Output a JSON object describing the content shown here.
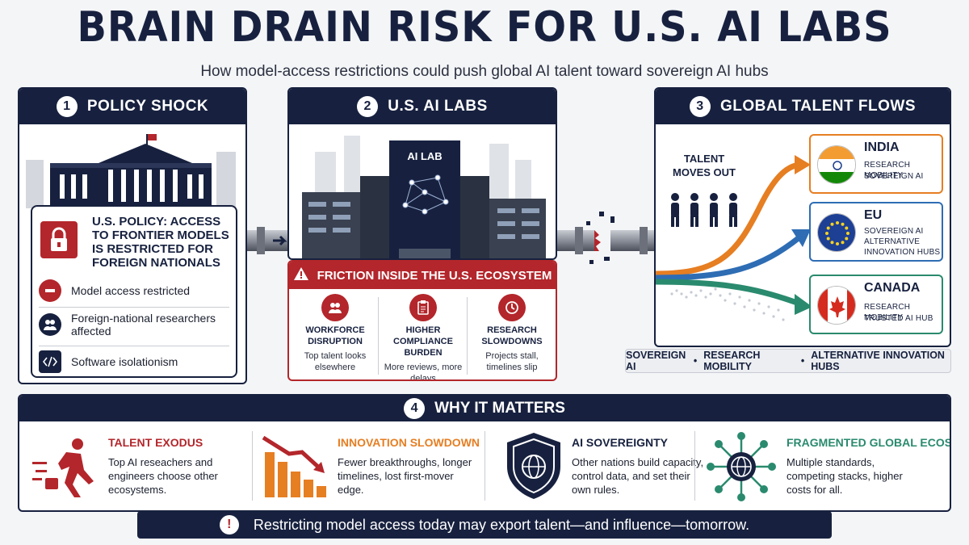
{
  "title": "BRAIN DRAIN RISK FOR U.S. AI LABS",
  "subtitle": "How model-access restrictions could push global AI talent toward sovereign AI hubs",
  "panel1": {
    "number": "1",
    "heading": "POLICY SHOCK",
    "policy_text": "U.S. POLICY: ACCESS TO FRONTIER MODELS IS RESTRICTED FOR FOREIGN NATIONALS",
    "items": [
      {
        "icon": "no-entry-icon",
        "label": "Model access restricted"
      },
      {
        "icon": "people-icon",
        "label": "Foreign-national researchers affected"
      },
      {
        "icon": "code-icon",
        "label": "Software isolationism"
      }
    ]
  },
  "panel2": {
    "number": "2",
    "heading": "U.S. AI LABS",
    "building_label": "AI LAB",
    "friction_heading": "FRICTION INSIDE THE U.S. ECOSYSTEM",
    "friction_items": [
      {
        "icon": "people-icon",
        "title": "WORKFORCE DISRUPTION",
        "desc": "Top talent looks elsewhere"
      },
      {
        "icon": "clipboard-icon",
        "title": "HIGHER COMPLIANCE BURDEN",
        "desc": "More reviews, more delays"
      },
      {
        "icon": "clock-icon",
        "title": "RESEARCH SLOWDOWNS",
        "desc": "Projects stall, timelines slip"
      }
    ]
  },
  "panel3": {
    "number": "3",
    "heading": "GLOBAL TALENT FLOWS",
    "talent_label": "TALENT MOVES OUT",
    "countries": [
      {
        "name": "INDIA",
        "lines": [
          "RESEARCH MOBILITY",
          "SOVEREIGN AI"
        ],
        "color": "#e67e22"
      },
      {
        "name": "EU",
        "lines": [
          "SOVEREIGN AI",
          "ALTERNATIVE",
          "INNOVATION HUBS"
        ],
        "color": "#2e6db4"
      },
      {
        "name": "CANADA",
        "lines": [
          "RESEARCH MOBILITY",
          "TRUSTED AI HUB"
        ],
        "color": "#2a8a6e"
      }
    ],
    "tags": [
      "SOVEREIGN AI",
      "RESEARCH MOBILITY",
      "ALTERNATIVE INNOVATION HUBS"
    ],
    "tag_separator": "•"
  },
  "why": {
    "number": "4",
    "heading": "WHY IT MATTERS",
    "items": [
      {
        "icon": "running-person-icon",
        "title": "TALENT EXODUS",
        "desc": "Top AI reseachers and engineers choose other ecosystems.",
        "color": "#b3262b"
      },
      {
        "icon": "declining-chart-icon",
        "title": "INNOVATION SLOWDOWN",
        "desc": "Fewer breakthroughs, longer timelines, lost first-mover edge.",
        "color": "#e67e22"
      },
      {
        "icon": "shield-globe-icon",
        "title": "AI SOVEREIGNTY",
        "desc": "Other nations build capacity, control data, and set their own rules.",
        "color": "#17213f"
      },
      {
        "icon": "network-globe-icon",
        "title": "FRAGMENTED GLOBAL ECOSYSTEM",
        "desc": "Multiple standards, competing stacks, higher costs for all.",
        "color": "#2a8a6e"
      }
    ]
  },
  "bottom_banner": {
    "icon": "!",
    "text": "Restricting model access today may export talent—and influence—tomorrow."
  }
}
